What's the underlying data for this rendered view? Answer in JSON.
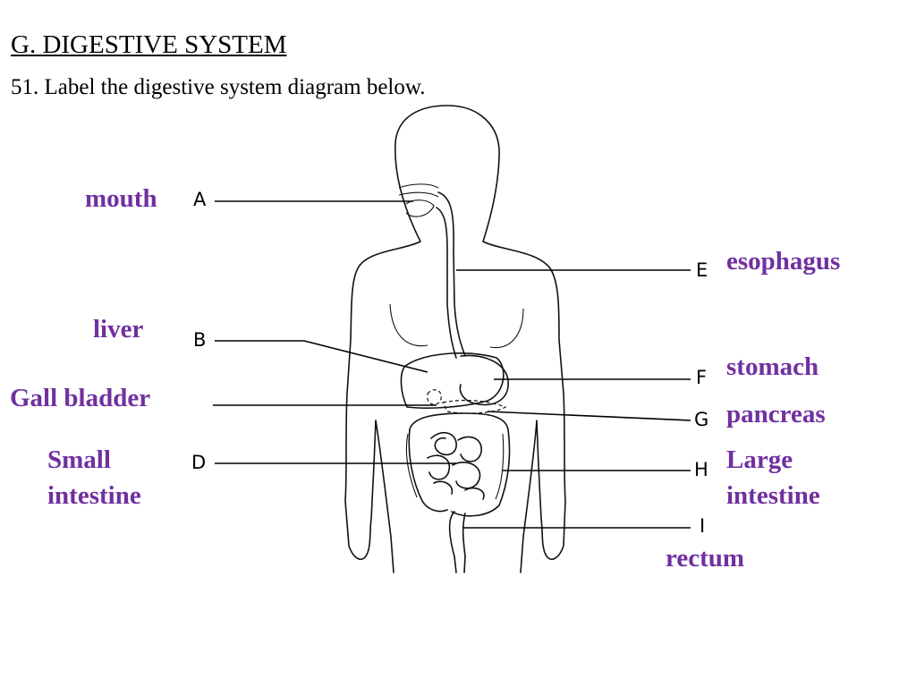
{
  "header": {
    "title": "G. DIGESTIVE SYSTEM",
    "instruction": "51. Label the digestive system diagram below."
  },
  "colors": {
    "answer": "#7030a0",
    "text": "#000000"
  },
  "letters": {
    "A": "A",
    "B": "B",
    "D": "D",
    "E": "E",
    "F": "F",
    "G": "G",
    "H": "H",
    "I": "I"
  },
  "answers": {
    "mouth": "mouth",
    "liver": "liver",
    "gall_bladder": "Gall bladder",
    "small_intestine_1": "Small",
    "small_intestine_2": "intestine",
    "esophagus": "esophagus",
    "stomach": "stomach",
    "pancreas": "pancreas",
    "large_intestine_1": "Large",
    "large_intestine_2": "intestine",
    "rectum": "rectum"
  }
}
